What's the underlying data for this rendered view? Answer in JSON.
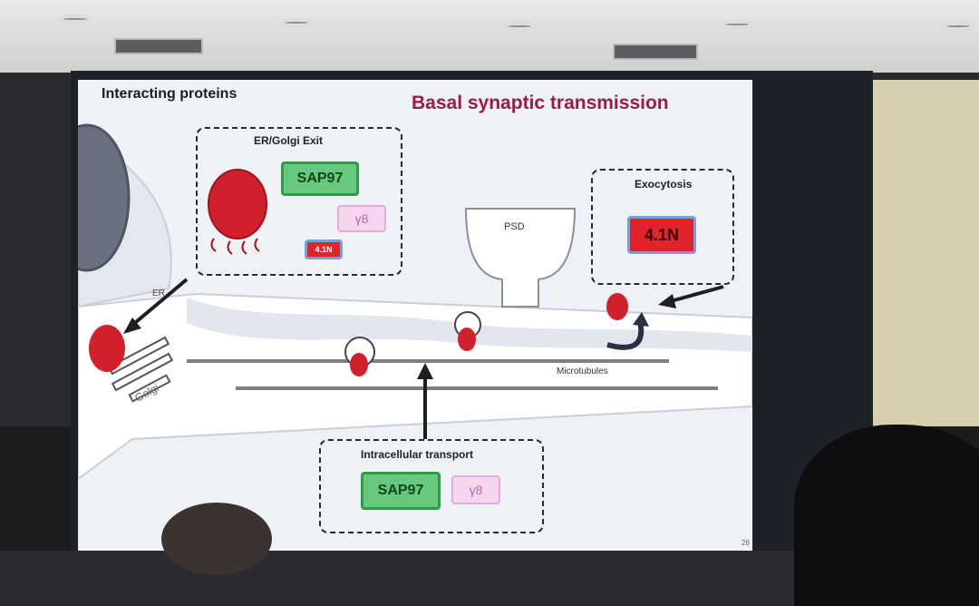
{
  "slide": {
    "heading": "Interacting proteins",
    "title": "Basal synaptic transmission",
    "page_number": "28"
  },
  "er_golgi_box": {
    "label": "ER/Golgi Exit",
    "tags": [
      "SAP97",
      "γ8",
      "4.1N"
    ]
  },
  "exocytosis_box": {
    "label": "Exocytosis",
    "tag": "4.1N"
  },
  "transport_box": {
    "label": "Intracellular transport",
    "tags": [
      "SAP97",
      "γ8"
    ]
  },
  "diagram_labels": {
    "psd": "PSD",
    "microtubules": "Microtubules",
    "er": "ER",
    "golgi": "Golgi"
  },
  "colors": {
    "title": "#9c1a48",
    "sap97": "#66c97d",
    "gamma8": "#f5d6ee",
    "protein_4_1n": "#e1232a",
    "receptor": "#d11f2b"
  }
}
